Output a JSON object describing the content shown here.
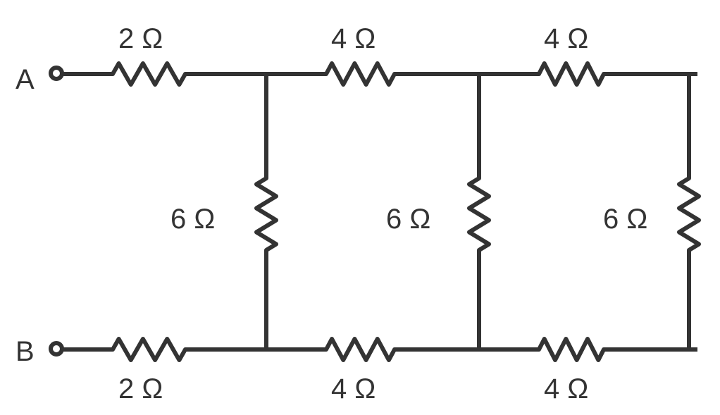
{
  "terminals": {
    "a": "A",
    "b": "B"
  },
  "resistors": {
    "top": [
      "2 Ω",
      "4 Ω",
      "4 Ω"
    ],
    "vertical": [
      "6 Ω",
      "6 Ω",
      "6 Ω"
    ],
    "bottom": [
      "2 Ω",
      "4 Ω",
      "4 Ω"
    ]
  },
  "colors": {
    "wire": "#333333"
  }
}
